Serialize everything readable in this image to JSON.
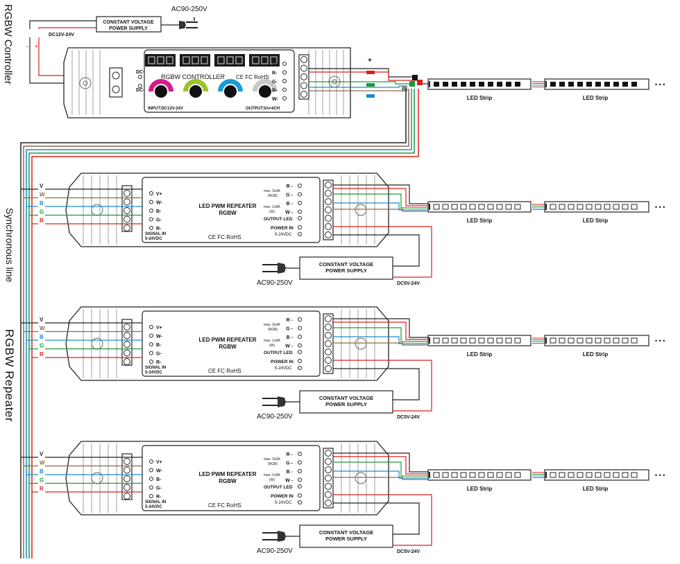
{
  "side_labels": {
    "controller": "RGBW Controller",
    "sync": "Synchronous line",
    "repeater": "RGBW Repeater"
  },
  "controller": {
    "title": "RGBW CONTROLLER",
    "cert": "CE FC RoHS",
    "input_label": "INPUT:DC12V-24V",
    "output_label": "OUTPUT:5A×4CH",
    "dc_plus": "DC+",
    "dc_minus": "DC-",
    "terminals": [
      "V+",
      "R-",
      "G-",
      "B-",
      "W-"
    ],
    "polarity_plus": "+",
    "knob_colors": [
      "#d81b8c",
      "#9cc326",
      "#1a9ad6",
      "#c8c8c8"
    ]
  },
  "top_power": {
    "ac_label": "AC90-250V",
    "psu_label_1": "CONSTANT VOLTAGE",
    "psu_label_2": "POWER SUPPLY",
    "dc_label": "DC12V-24V",
    "minus": "-",
    "plus": "+"
  },
  "strip_label": "LED Strip",
  "ellipsis": "• • •",
  "repeater": {
    "title_1": "LED PWM REPEATER",
    "title_2": "RGBW",
    "inputs": [
      "V+",
      "W-",
      "B-",
      "G-",
      "R-"
    ],
    "signal_1": "SIGNAL IN",
    "signal_2": "5-24VDC",
    "cert": "CE FC RoHS",
    "outputs": [
      "R",
      "G",
      "B",
      "W"
    ],
    "spec_rgb_1": "max. 3x3A",
    "spec_rgb_2": "(RGB)",
    "spec_w_1": "max. 1x9A",
    "spec_w_2": "(W)",
    "output_led": "OUTPUT LED",
    "power_in": "POWER IN",
    "power_range": "5-24VDC",
    "bus_letters": [
      "V",
      "W",
      "B",
      "G",
      "R"
    ],
    "bus_colors": [
      "#222222",
      "#8a6a4a",
      "#1a8ad0",
      "#1a9a3a",
      "#d8201a"
    ]
  },
  "repeater_power": {
    "psu_label_1": "CONSTANT VOLTAGE",
    "psu_label_2": "POWER SUPPLY",
    "ac_label": "AC90-250V",
    "dc_label": "DC5V-24V"
  }
}
